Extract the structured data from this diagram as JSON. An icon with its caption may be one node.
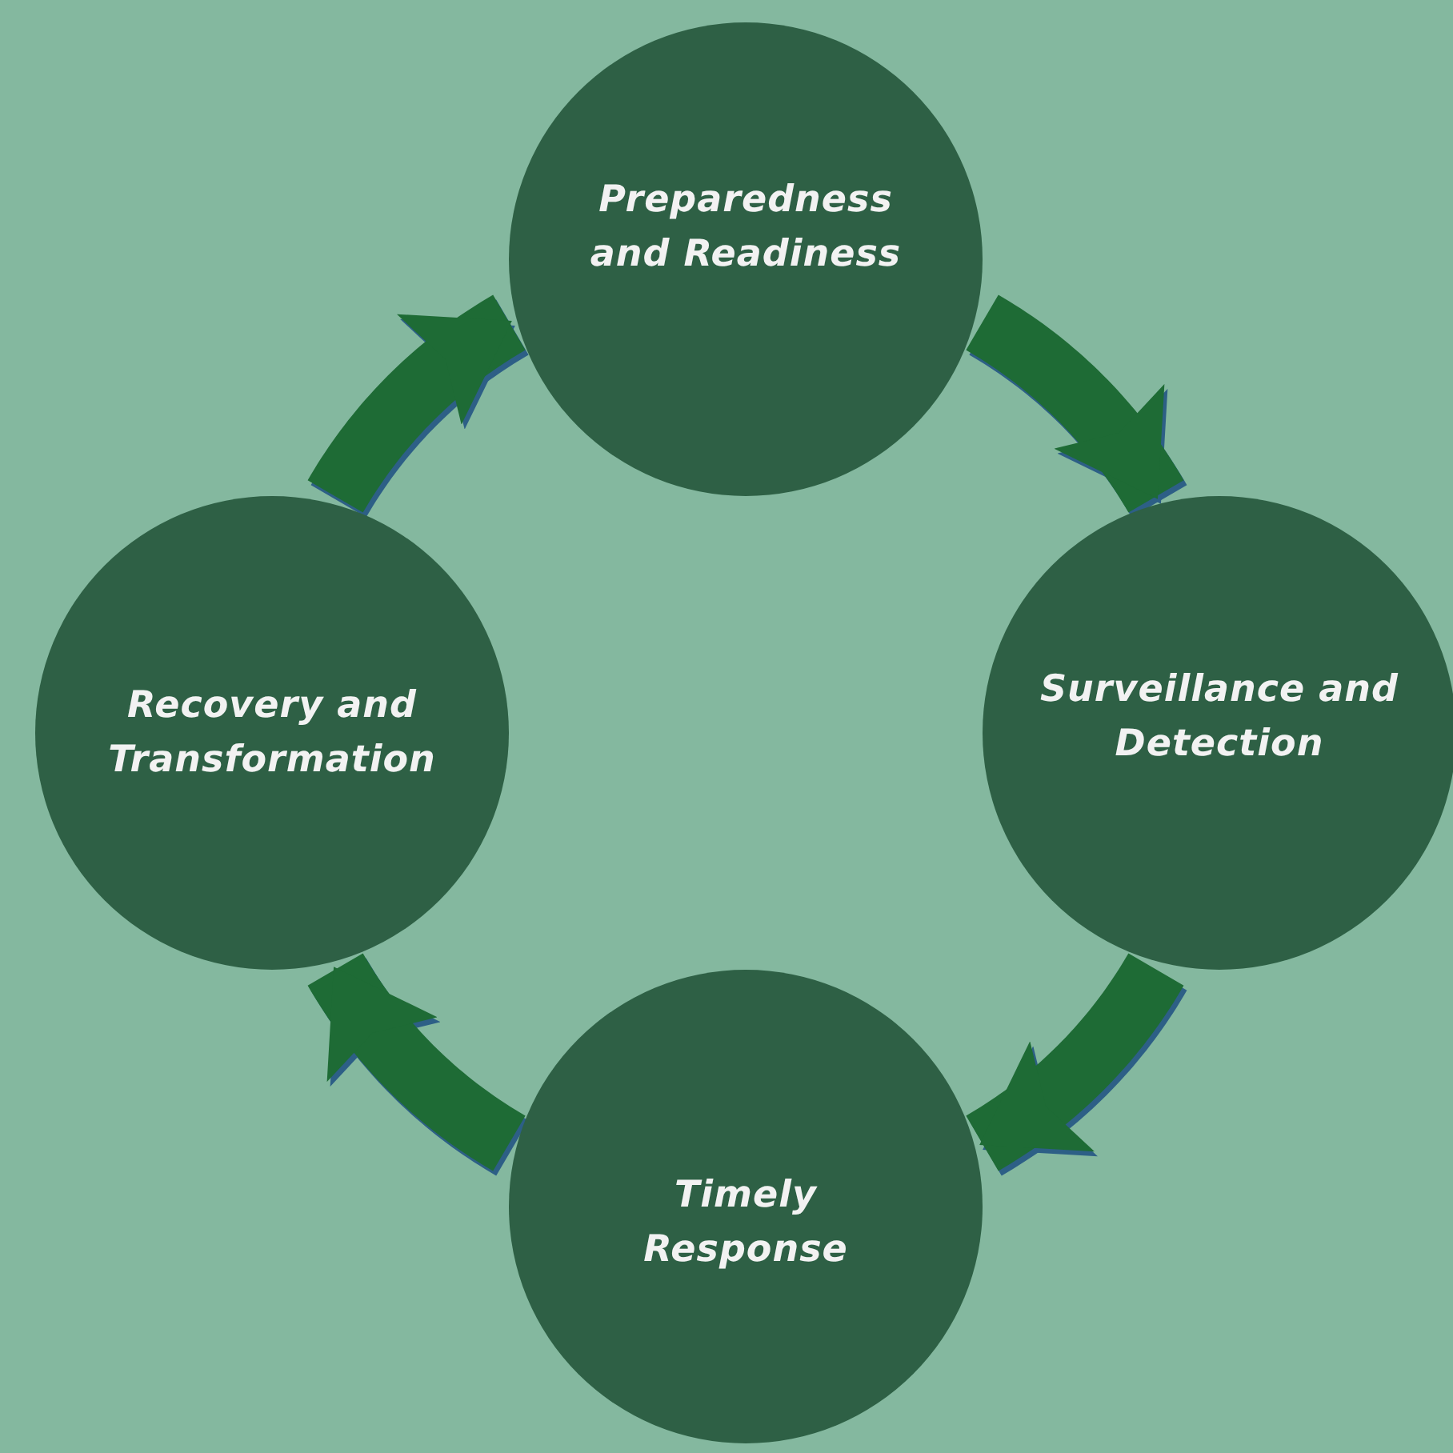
{
  "diagram": {
    "nodes": [
      {
        "text": [
          "Preparedness and Readiness"
        ]
      },
      {
        "text": [
          "Surveillance and Detection"
        ]
      },
      {
        "text": [
          "Timely Response"
        ]
      },
      {
        "text": [
          "Recovery and Transformation"
        ]
      }
    ],
    "edges": [
      {
        "from": 0,
        "to": 1,
        "arrow": "to"
      },
      {
        "from": 1,
        "to": 2,
        "arrow": "to"
      },
      {
        "from": 2,
        "to": 3,
        "arrow": "to"
      },
      {
        "from": 3,
        "to": 0,
        "arrow": "to"
      }
    ]
  }
}
